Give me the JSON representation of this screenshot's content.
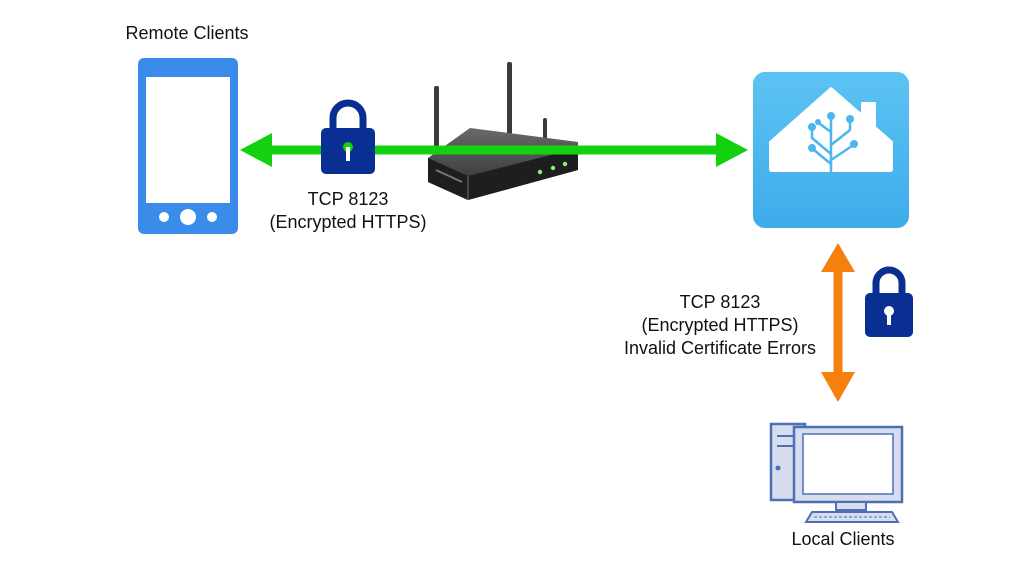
{
  "labels": {
    "remote_clients": "Remote Clients",
    "local_clients": "Local Clients",
    "remote_link_line1": "TCP 8123",
    "remote_link_line2": "(Encrypted HTTPS)",
    "local_link_line1": "TCP 8123",
    "local_link_line2": "(Encrypted HTTPS)",
    "local_link_line3": "Invalid Certificate Errors"
  },
  "colors": {
    "remote_link": "#11D111",
    "local_link": "#F5800E",
    "lock": "#0A2F93",
    "phone": "#3B8BEB",
    "home_assistant": "#4CB6EE",
    "computer": "#4E6FB8"
  },
  "icons": {
    "phone": "smartphone-icon",
    "router": "router-icon",
    "home_assistant": "home-assistant-logo",
    "lock": "padlock-icon",
    "computer": "desktop-computer-icon"
  }
}
